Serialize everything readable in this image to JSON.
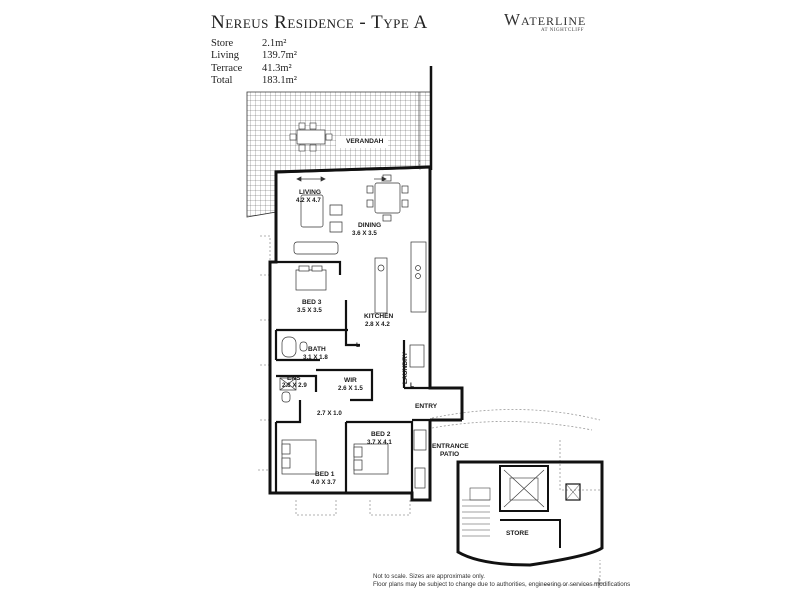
{
  "header": {
    "title": "Nereus Residence  -  Type A",
    "brand": "Waterline",
    "brand_sub": "AT NIGHTCLIFF"
  },
  "areas": [
    {
      "label": "Store",
      "value": "2.1m²"
    },
    {
      "label": "Living",
      "value": "139.7m²"
    },
    {
      "label": "Terrace",
      "value": "41.3m²"
    },
    {
      "label": "Total",
      "value": "183.1m²"
    }
  ],
  "rooms": {
    "verandah": "VERANDAH",
    "living": "LIVING",
    "living_dim": "4.2 X 4.7",
    "dining": "DINING",
    "dining_dim": "3.6 X 3.5",
    "bed3": "BED 3",
    "bed3_dim": "3.5 X 3.5",
    "kitchen": "KITCHEN",
    "kitchen_dim": "2.8 X 4.2",
    "bath": "BATH",
    "bath_dim": "3.1 X 1.8",
    "laundry": "LAUNDRY",
    "ens": "ENS",
    "ens_dim": "2.8 X 2.9",
    "wir": "WIR",
    "wir_dim": "2.6 X 1.5",
    "hall_dim": "2.7 X 1.0",
    "entry": "ENTRY",
    "bed2": "BED 2",
    "bed2_dim": "3.7 X 4.1",
    "bed1": "BED 1",
    "bed1_dim": "4.0 X 3.7",
    "entrance": "ENTRANCE",
    "patio": "PATIO",
    "store": "STORE",
    "linen_1": "L",
    "linen_2": "L"
  },
  "footnote": {
    "line1": "Not to scale. Sizes are approximate only.",
    "line2": "Floor plans may be subject to change due to authorities, engineering or services modifications"
  },
  "colors": {
    "wall": "#111111",
    "thin_line": "#555555",
    "dashed": "#999999",
    "grid": "#444444"
  }
}
